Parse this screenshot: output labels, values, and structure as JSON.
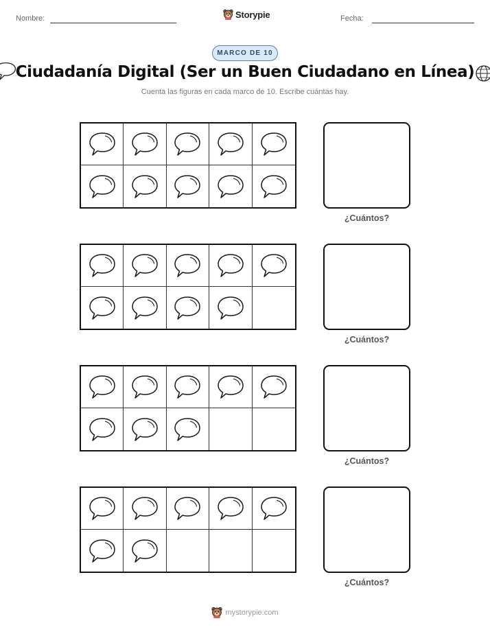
{
  "header": {
    "name_label": "Nombre:",
    "date_label": "Fecha:",
    "brand_name": "Storypie",
    "badge": "MARCO DE 10"
  },
  "worksheet": {
    "title": "Ciudadanía Digital (Ser un Buen Ciudadano en Línea)",
    "subtitle": "Cuenta las figuras en cada marco de 10. Escribe cuántas hay.",
    "shape_icon": "speech-bubble-icon",
    "frames": [
      {
        "filled": 10,
        "answer_label": "¿Cuántos?"
      },
      {
        "filled": 9,
        "answer_label": "¿Cuántos?"
      },
      {
        "filled": 8,
        "answer_label": "¿Cuántos?"
      },
      {
        "filled": 7,
        "answer_label": "¿Cuántos?"
      }
    ]
  },
  "footer": {
    "url": "mystorypie.com"
  }
}
